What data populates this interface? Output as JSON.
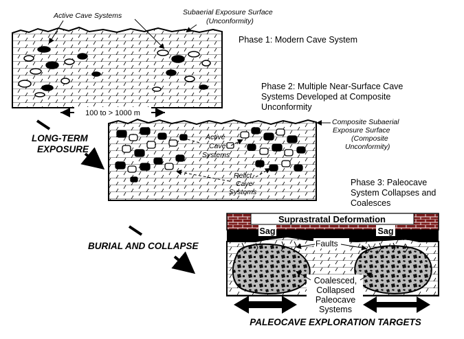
{
  "phase1": {
    "title": "Phase 1: Modern Cave System",
    "active_label": "Active Cave Systems",
    "surface_label_1": "Subaerial Exposure Surface",
    "surface_label_2": "(Unconformity)",
    "scale_bar": "100 to > 1000 m"
  },
  "phase2": {
    "title_1": "Phase 2: Multiple Near-Surface Cave",
    "title_2": "Systems Developed at Composite",
    "title_3": "Unconformity",
    "composite_1": "Composite Subaerial",
    "composite_2": "Exposure Surface",
    "composite_3": "(Composite",
    "composite_4": "Unconformity)",
    "active_1": "Active",
    "active_2": "Cave",
    "active_3": "Systems",
    "relict_1": "Relict",
    "relict_2": "Cave",
    "relict_3": "Systems"
  },
  "arrows": {
    "long_term_1": "LONG-TERM",
    "long_term_2": "EXPOSURE",
    "burial": "BURIAL AND COLLAPSE"
  },
  "phase3": {
    "title_1": "Phase 3: Paleocave",
    "title_2": "System Collapses and",
    "title_3": "Coalesces",
    "suprastratal": "Suprastratal Deformation",
    "sag_left": "Sag",
    "sag_right": "Sag",
    "faults": "Faults",
    "coalesced_1": "Coalesced,",
    "coalesced_2": "Collapsed",
    "coalesced_3": "Paleocave",
    "coalesced_4": "Systems",
    "targets": "PALEOCAVE EXPLORATION TARGETS"
  },
  "colors": {
    "ink": "#000000",
    "brick": "#7a1a1a",
    "paper": "#ffffff",
    "breccia": "#bdbdbd"
  }
}
